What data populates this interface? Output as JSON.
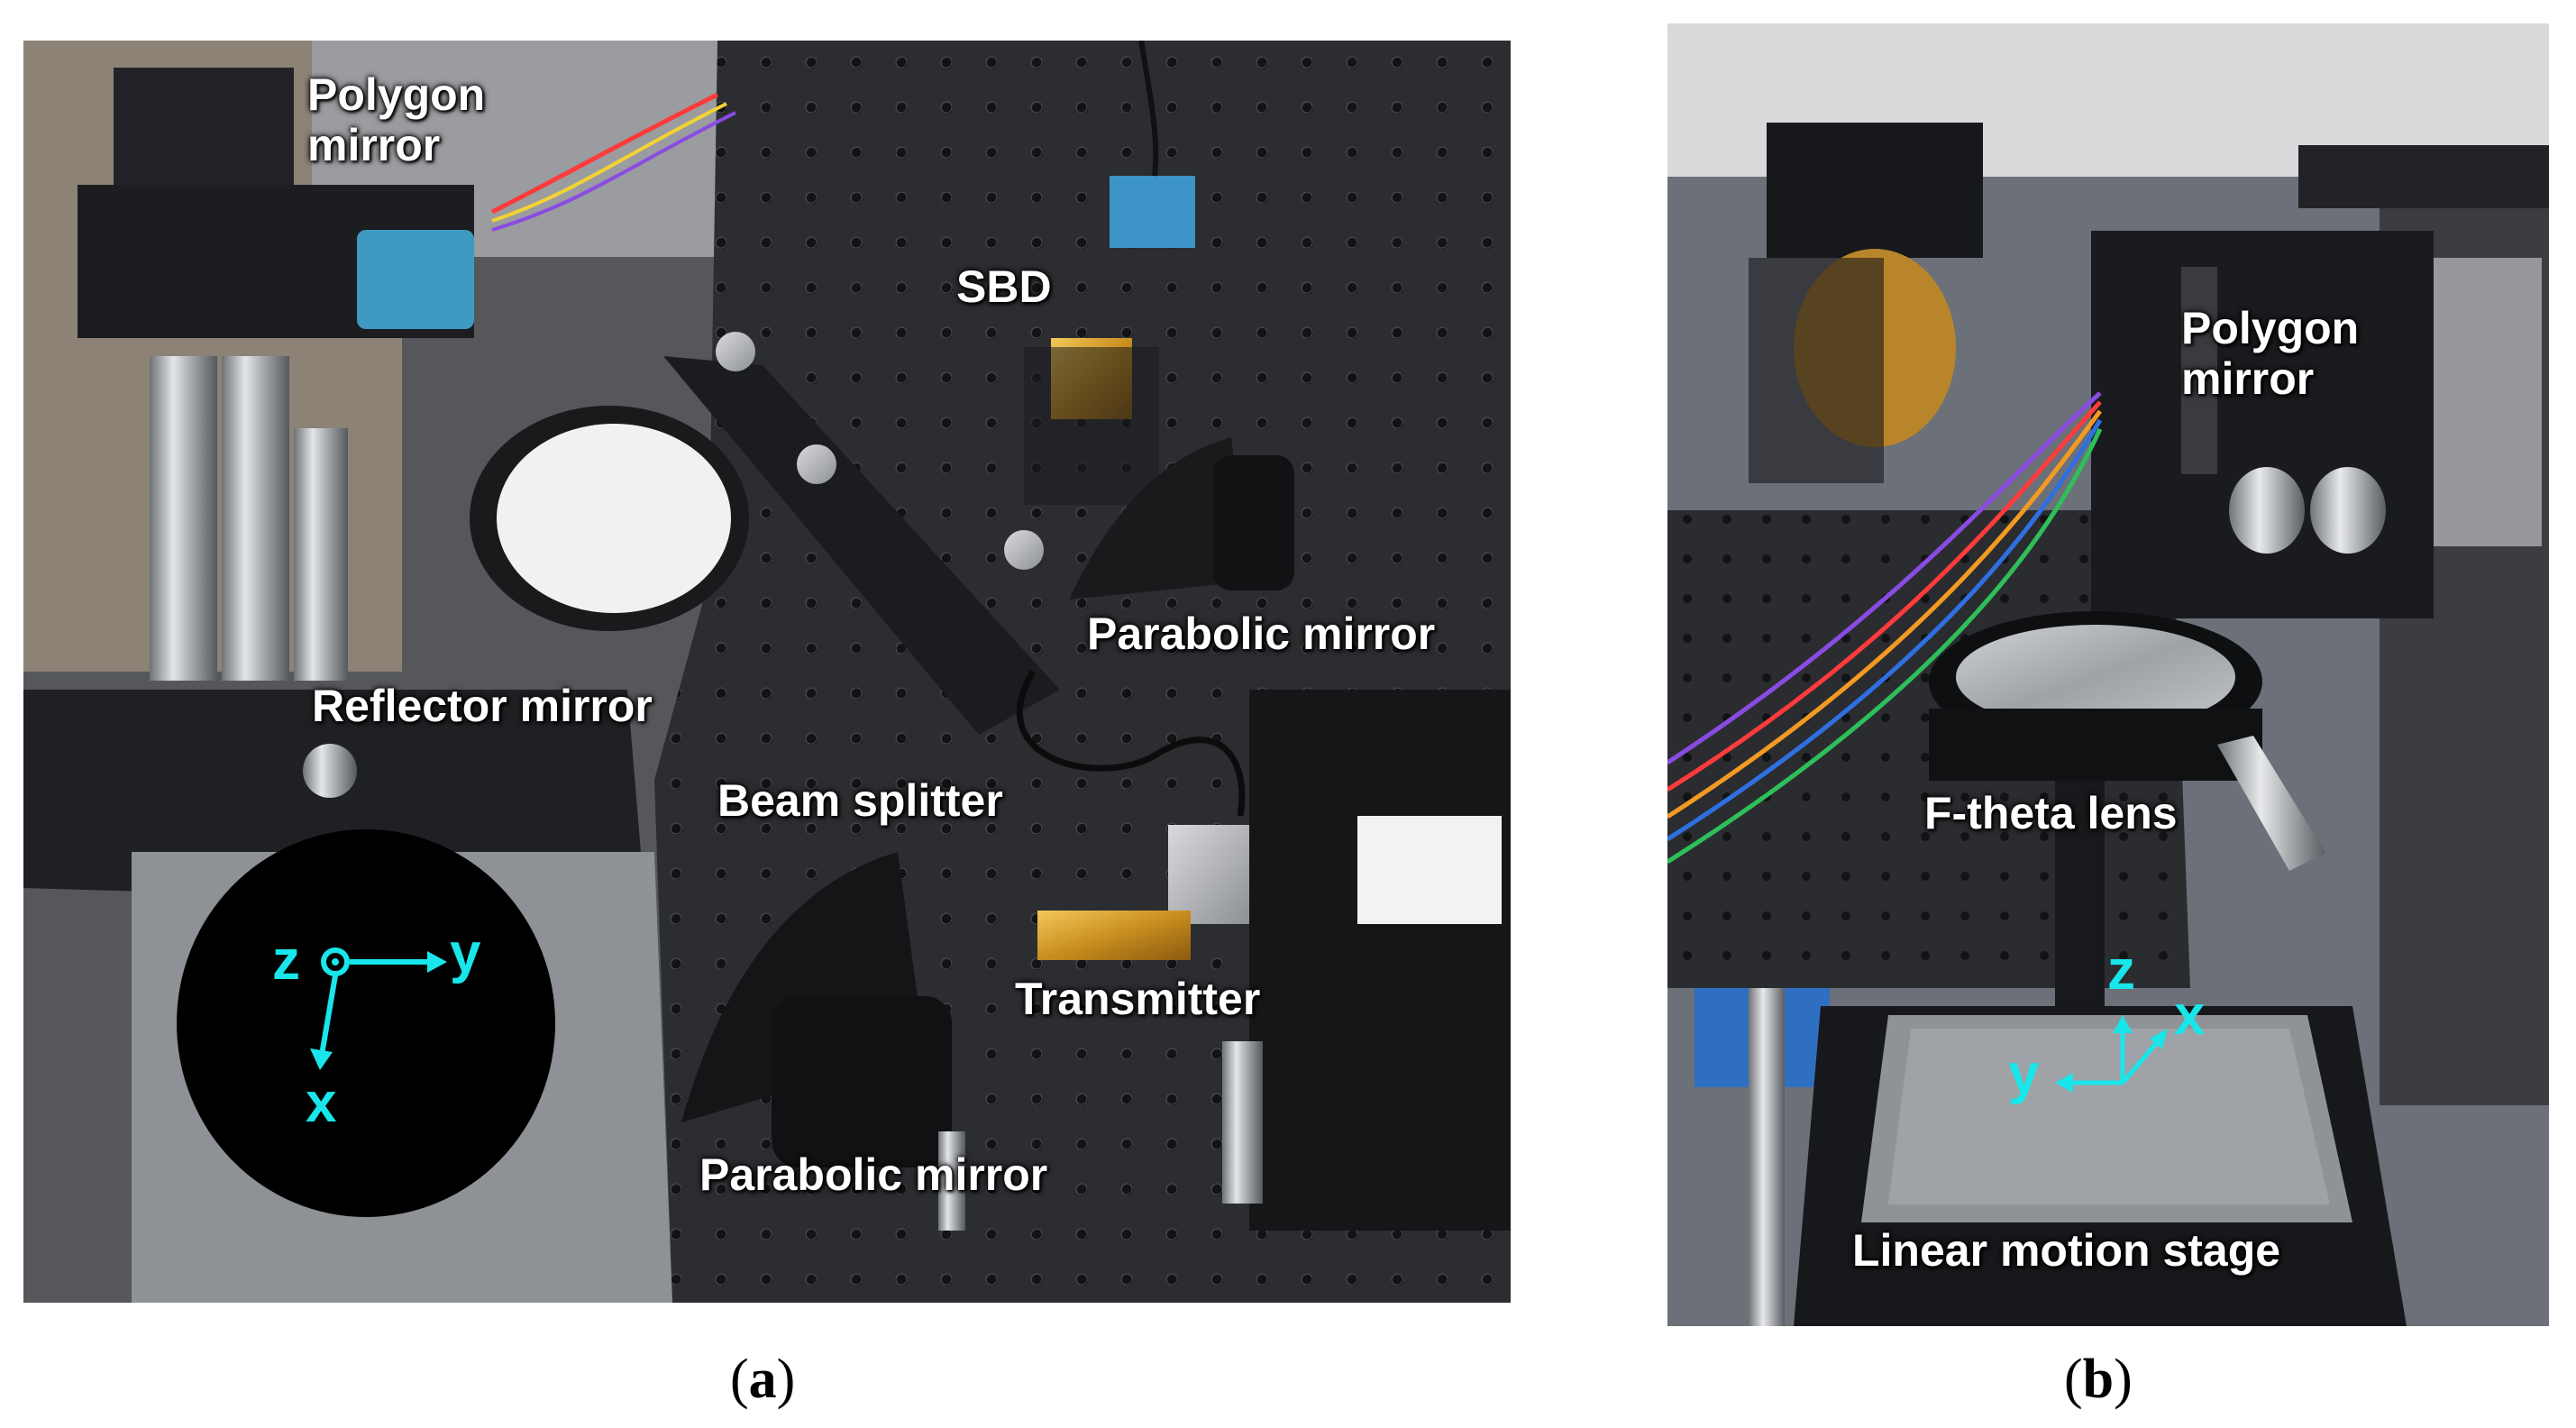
{
  "panel_a": {
    "labels": {
      "polygon_mirror": "Polygon\nmirror",
      "sbd": "SBD",
      "parabolic_mirror_top": "Parabolic mirror",
      "reflector_mirror": "Reflector mirror",
      "beam_splitter": "Beam splitter",
      "transmitter": "Transmitter",
      "parabolic_mirror_bottom": "Parabolic mirror"
    },
    "axes": {
      "z": "z",
      "y": "y",
      "x": "x"
    },
    "caption_letter": "a"
  },
  "panel_b": {
    "labels": {
      "polygon_mirror": "Polygon\nmirror",
      "f_theta_lens": "F-theta lens",
      "linear_motion_stage": "Linear motion stage"
    },
    "axes": {
      "z": "z",
      "x": "x",
      "y": "y"
    },
    "caption_letter": "b"
  },
  "colors": {
    "axis_arrow": "#18e6ea",
    "label_text": "#ffffff",
    "breadboard": "#2b2d31"
  }
}
